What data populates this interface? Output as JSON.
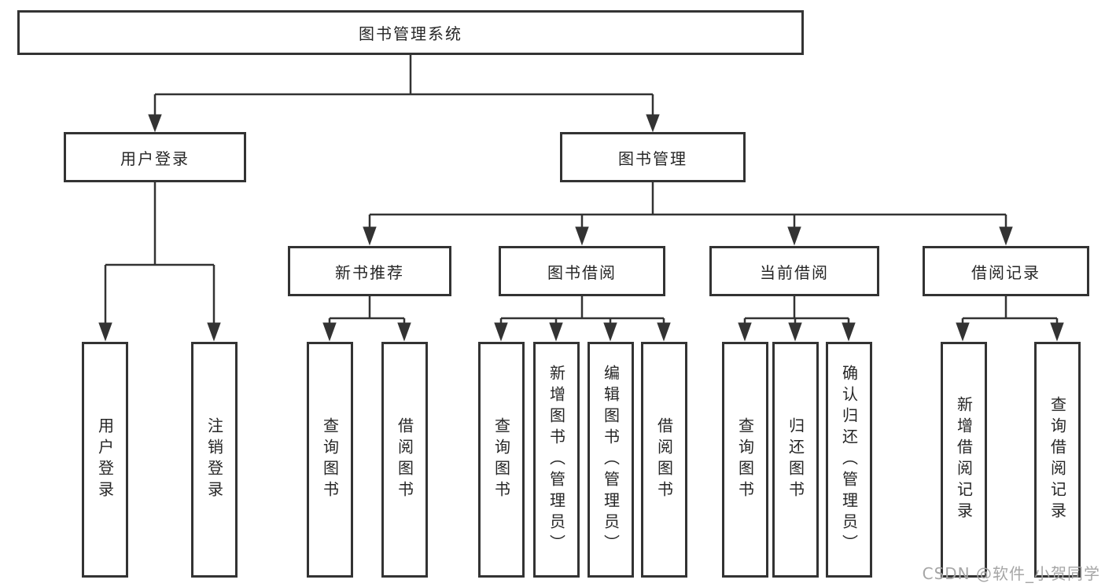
{
  "tree": {
    "root": {
      "label": "图书管理系统"
    },
    "branches": [
      {
        "label": "用户登录",
        "children": [
          {
            "label": "用户登录"
          },
          {
            "label": "注销登录"
          }
        ]
      },
      {
        "label": "图书管理",
        "children": [
          {
            "label": "新书推荐",
            "children": [
              {
                "label": "查询图书"
              },
              {
                "label": "借阅图书"
              }
            ]
          },
          {
            "label": "图书借阅",
            "children": [
              {
                "label": "查询图书"
              },
              {
                "label": "新增图书（管理员）"
              },
              {
                "label": "编辑图书（管理员）"
              },
              {
                "label": "借阅图书"
              }
            ]
          },
          {
            "label": "当前借阅",
            "children": [
              {
                "label": "查询图书"
              },
              {
                "label": "归还图书"
              },
              {
                "label": "确认归还（管理员）"
              }
            ]
          },
          {
            "label": "借阅记录",
            "children": [
              {
                "label": "新增借阅记录"
              },
              {
                "label": "查询借阅记录"
              }
            ]
          }
        ]
      }
    ]
  },
  "watermark": {
    "text": "CSDN @软件_小贺同学",
    "color": "#a6a6a6"
  },
  "colors": {
    "line": "#333333",
    "text": "#262626",
    "background": "#ffffff"
  }
}
